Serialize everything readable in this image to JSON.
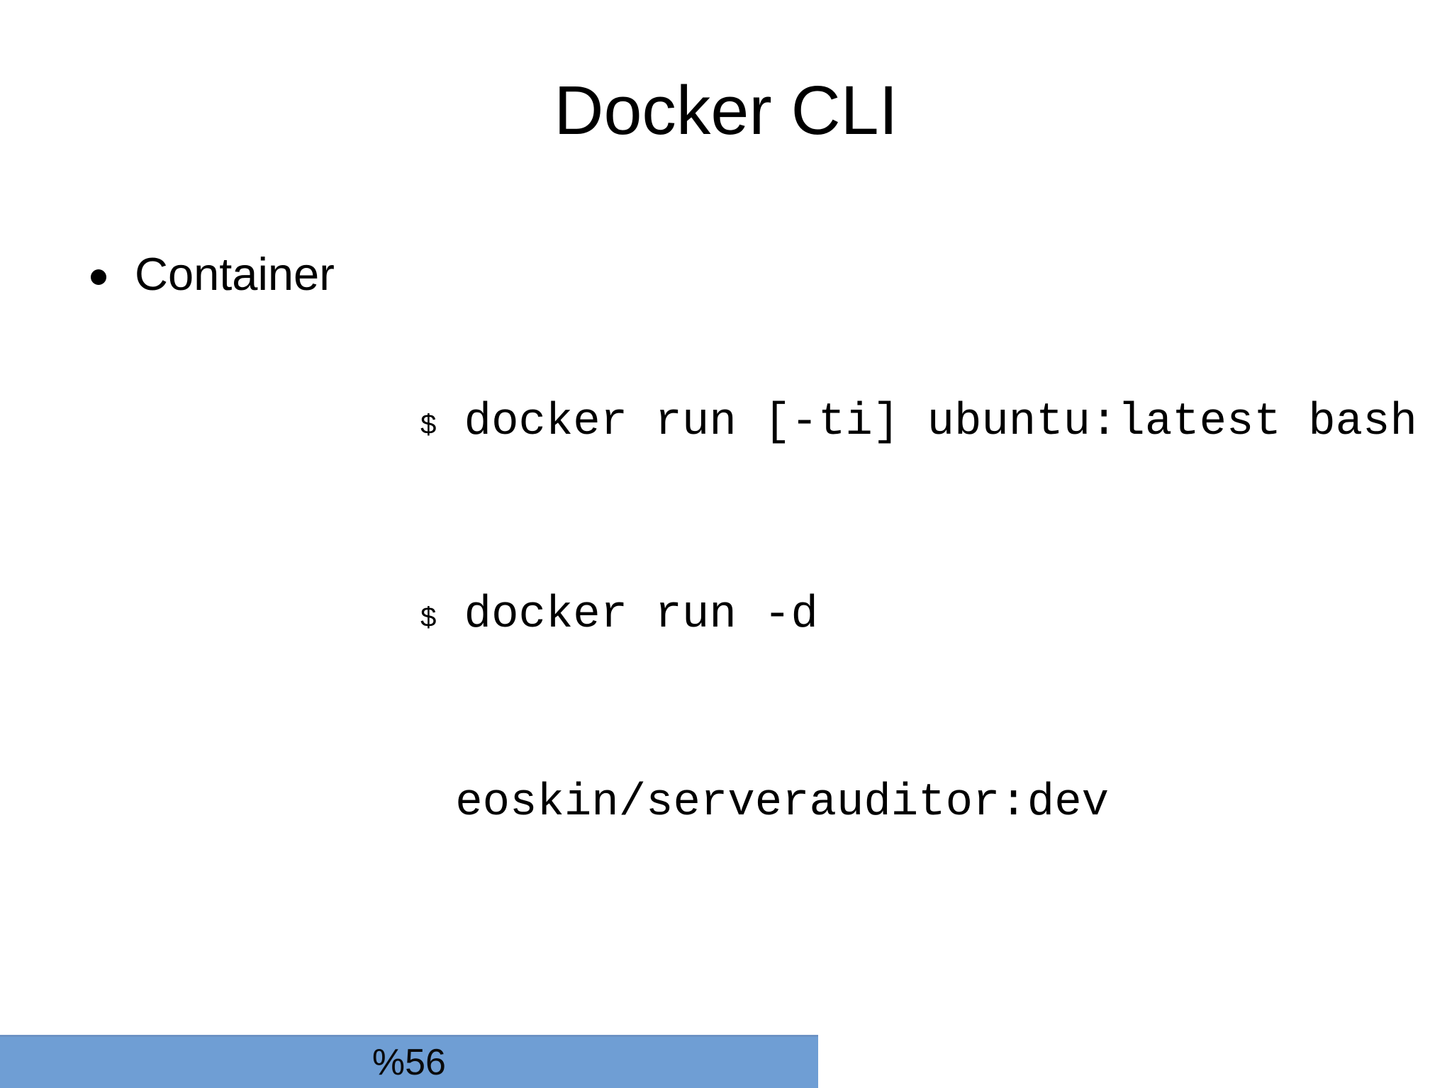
{
  "slide": {
    "title": "Docker CLI",
    "background_color": "#ffffff",
    "text_color": "#000000"
  },
  "content": {
    "bullets": [
      {
        "label": "Container",
        "marker": "disc-bullet",
        "code_lines": [
          {
            "prompt": "$",
            "command": " docker run [-ti] ubuntu:latest bash",
            "wrapped": false
          },
          {
            "prompt": "$",
            "command": " docker run -d",
            "wrapped": false
          },
          {
            "prompt": "",
            "command": "eoskin/serverauditor:dev",
            "wrapped": true
          }
        ]
      }
    ]
  },
  "footer": {
    "progress_label": "%56",
    "progress_percent": 56,
    "bar_color": "#6f9ed4",
    "bar_border_color": "#6c92c4",
    "label_color": "#0a0a0a"
  }
}
